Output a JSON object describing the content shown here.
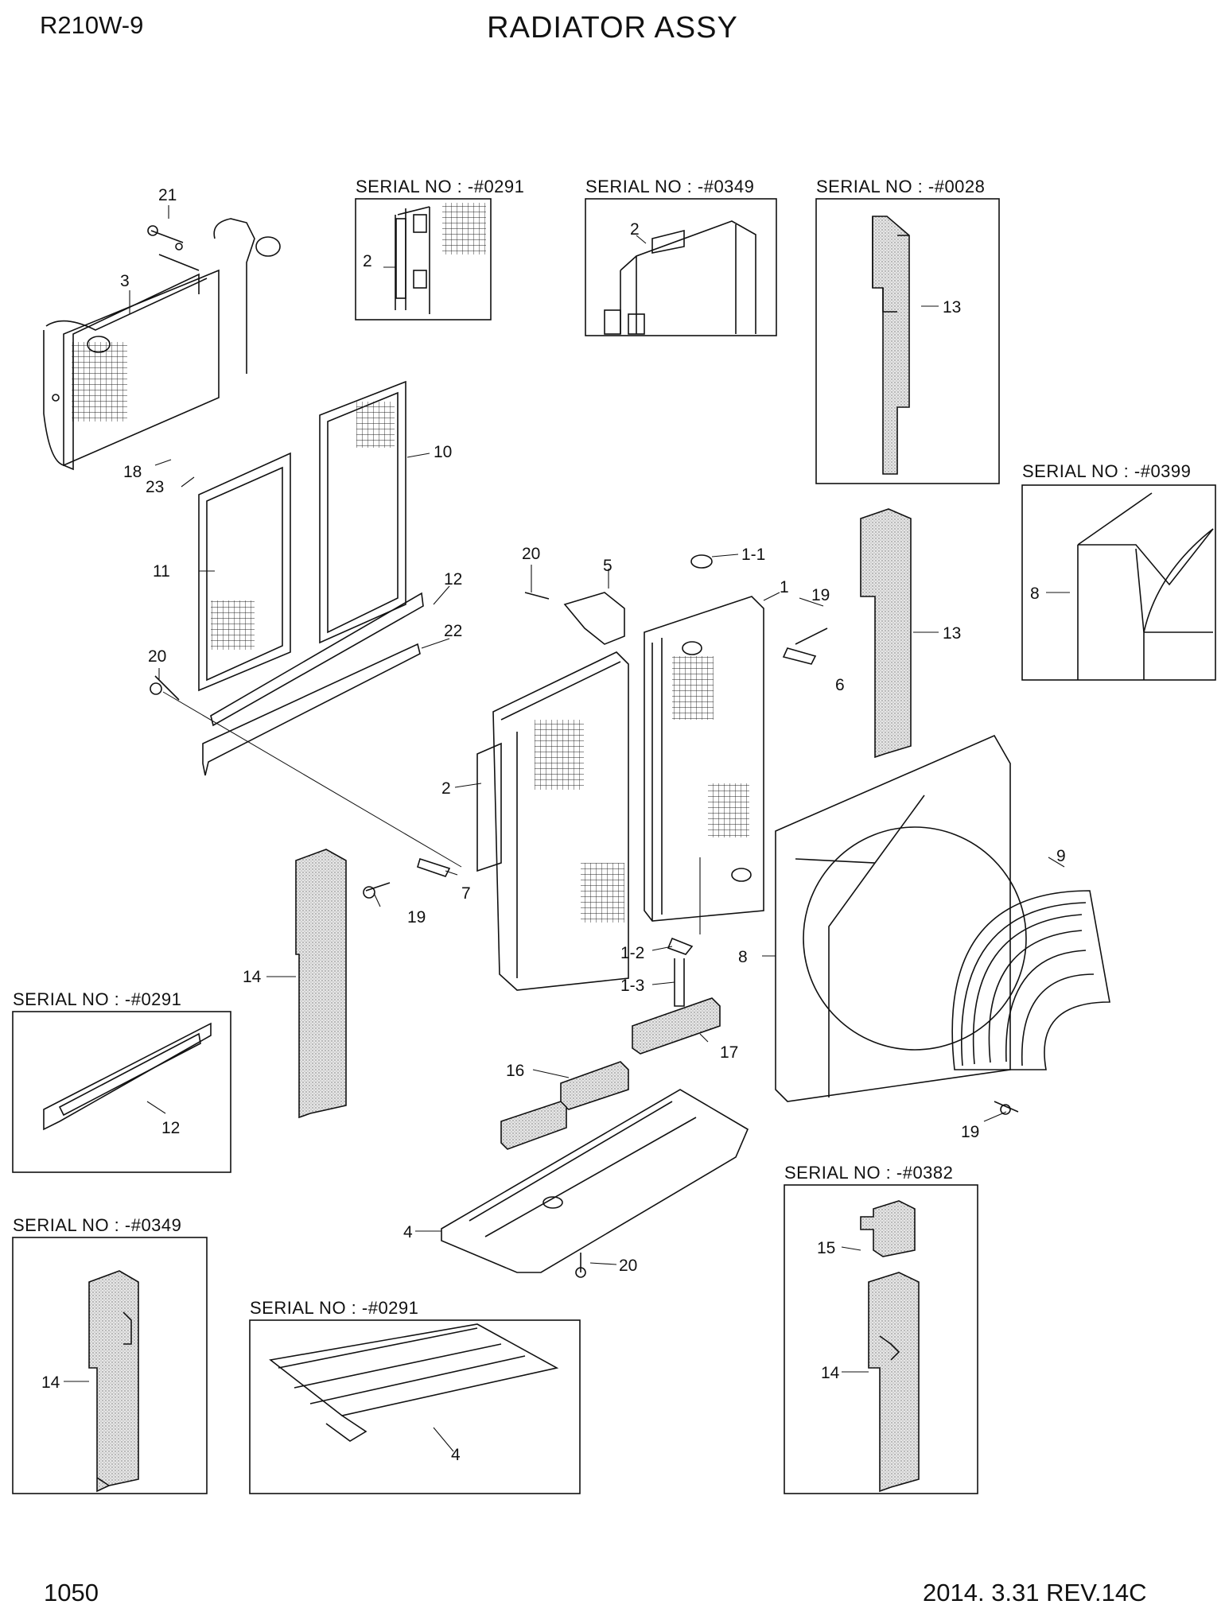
{
  "header": {
    "model": "R210W-9",
    "title": "RADIATOR ASSY"
  },
  "footer": {
    "page_number": "1050",
    "revision": "2014. 3.31  REV.14C"
  },
  "serial_boxes": [
    "SERIAL NO : -#0291",
    "SERIAL NO : -#0349",
    "SERIAL NO : -#0028",
    "SERIAL NO : -#0399",
    "SERIAL NO : -#0291",
    "SERIAL NO : -#0382",
    "SERIAL NO : -#0349",
    "SERIAL NO : -#0291"
  ],
  "labels": [
    "21",
    "3",
    "2",
    "2",
    "13",
    "10",
    "18",
    "23",
    "11",
    "12",
    "22",
    "20",
    "20",
    "5",
    "1-1",
    "1",
    "19",
    "6",
    "13",
    "8",
    "2",
    "7",
    "19",
    "14",
    "1-2",
    "1-3",
    "9",
    "8",
    "16",
    "17",
    "12",
    "19",
    "4",
    "20",
    "15",
    "14",
    "14",
    "4"
  ]
}
